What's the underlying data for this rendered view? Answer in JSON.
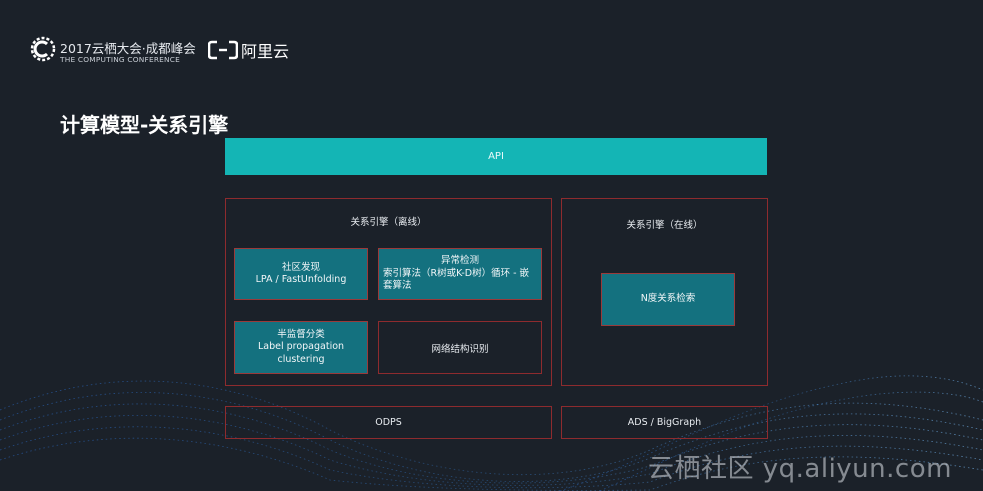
{
  "header": {
    "conference_title": "2017云栖大会·成都峰会",
    "conference_subtitle": "THE COMPUTING CONFERENCE",
    "brand_name": "阿里云"
  },
  "slide": {
    "title": "计算模型-关系引擎"
  },
  "diagram": {
    "api_label": "API",
    "offline": {
      "title": "关系引擎（离线）",
      "community": {
        "title": "社区发现",
        "detail": "LPA / FastUnfolding"
      },
      "anomaly": {
        "title": "异常检测",
        "detail": "索引算法（R树或K-D树）循环 - 嵌套算法"
      },
      "semi_supervised": {
        "title": "半监督分类",
        "line1": "Label propagation",
        "line2": "clustering"
      },
      "network_structure": "网络结构识别"
    },
    "online": {
      "title": "关系引擎（在线）",
      "ndegree": "N度关系检索"
    },
    "bottom_left": "ODPS",
    "bottom_right": "ADS / BigGraph"
  },
  "watermark": "云栖社区 yq.aliyun.com",
  "colors": {
    "background": "#1b2129",
    "api_bar": "#14b5b5",
    "teal_box": "#14717f",
    "border_red": "#8e2b2e"
  }
}
